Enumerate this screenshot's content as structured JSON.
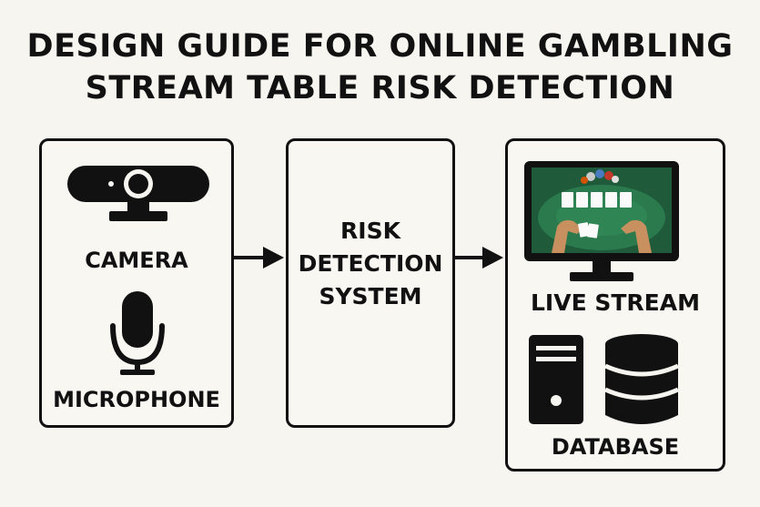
{
  "title": {
    "line1": "DESIGN GUIDE FOR ONLINE GAMBLING",
    "line2": "STREAM TABLE RISK DETECTION"
  },
  "inputs": {
    "camera_label": "CAMERA",
    "microphone_label": "MICROPHONE"
  },
  "system": {
    "line1": "RISK",
    "line2": "DETECTION",
    "line3": "SYSTEM"
  },
  "outputs": {
    "stream_label": "LIVE STREAM",
    "database_label": "DATABASE"
  },
  "colors": {
    "background": "#f6f5f0",
    "stroke": "#111111",
    "table_felt": "#1f5a3a"
  },
  "icons": [
    "webcam-icon",
    "microphone-icon",
    "arrow-right-icon",
    "monitor-icon",
    "server-tower-icon",
    "database-icon"
  ]
}
